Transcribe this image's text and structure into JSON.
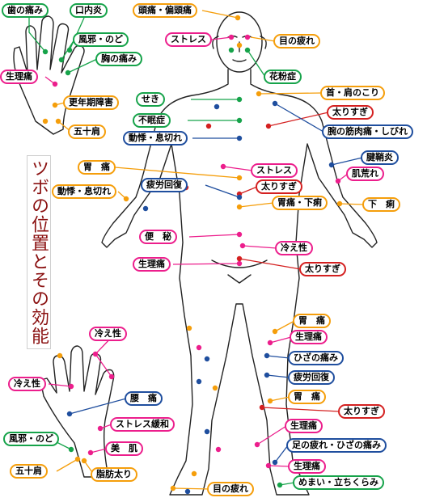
{
  "title": "ツボの位置とその効能",
  "colors": {
    "green": "#16a34a",
    "blue": "#1f4e9e",
    "orange": "#f59e0b",
    "pink": "#ec1e8c",
    "red": "#d42020",
    "outline": "#000000"
  },
  "labels": {
    "tooth_pain": "歯の痛み",
    "stomatitis": "口内炎",
    "cold_throat_upper": "風邪・のど",
    "chest_pain": "胸の痛み",
    "menstrual_pain_upper": "生理痛",
    "menopause": "更年期障害",
    "frozen_shoulder_upper": "五十肩",
    "headache": "頭痛・偏頭痛",
    "stress_head": "ストレス",
    "eye_fatigue_head": "目の疲れ",
    "hay_fever": "花粉症",
    "neck_shoulder": "首・肩のこり",
    "overweight_chest": "太りすぎ",
    "arm_muscle": "腕の筋肉痛・しびれ",
    "cough": "せき",
    "insomnia": "不眠症",
    "palpitation_center": "動悸・息切れ",
    "tendinitis": "腱鞘炎",
    "rough_skin": "肌荒れ",
    "stomach_pain_left": "胃　痛",
    "stress_abdomen": "ストレス",
    "overweight_abdomen": "太りすぎ",
    "palpitation_left": "動悸・息切れ",
    "fatigue_recovery": "疲労回復",
    "stomach_diarrhea": "胃痛・下痢",
    "diarrhea": "下　痢",
    "constipation": "便　秘",
    "cold_sensitivity_belly": "冷え性",
    "menstrual_pain_belly": "生理痛",
    "overweight_belly": "太りすぎ",
    "stomach_pain_leg1": "胃　痛",
    "menstrual_pain_leg1": "生理痛",
    "knee_pain": "ひざの痛み",
    "fatigue_recovery_leg": "疲労回復",
    "stomach_pain_leg2": "胃　痛",
    "overweight_leg": "太りすぎ",
    "menstrual_pain_leg2": "生理痛",
    "leg_fatigue_knee": "足の疲れ・ひざの痛み",
    "menstrual_pain_leg3": "生理痛",
    "dizziness": "めまい・立ちくらみ",
    "eye_fatigue_foot": "目の疲れ",
    "cold_sensitivity_hand_top": "冷え性",
    "cold_sensitivity_hand_left": "冷え性",
    "back_pain": "腰　痛",
    "stress_relief": "ストレス緩和",
    "beautiful_skin": "美　肌",
    "cold_throat_lower": "風邪・のど",
    "frozen_shoulder_lower": "五十肩",
    "fat": "脂肪太り"
  }
}
